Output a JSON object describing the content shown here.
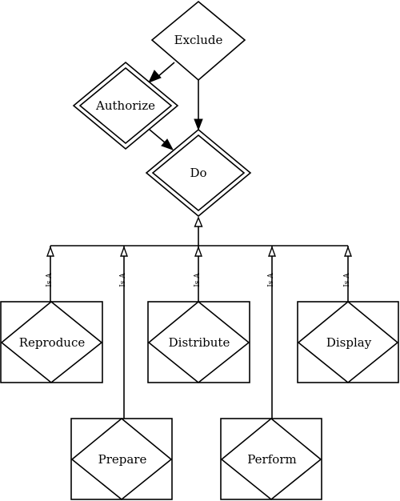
{
  "nodes": {
    "exclude": "Exclude",
    "authorize": "Authorize",
    "do": "Do",
    "reproduce": "Reproduce",
    "prepare": "Prepare",
    "distribute": "Distribute",
    "perform": "Perform",
    "display": "Display"
  },
  "edge_labels": {
    "reproduce": "Is A",
    "prepare": "Is A",
    "distribute": "Is A",
    "perform": "Is A",
    "display": "Is A"
  }
}
